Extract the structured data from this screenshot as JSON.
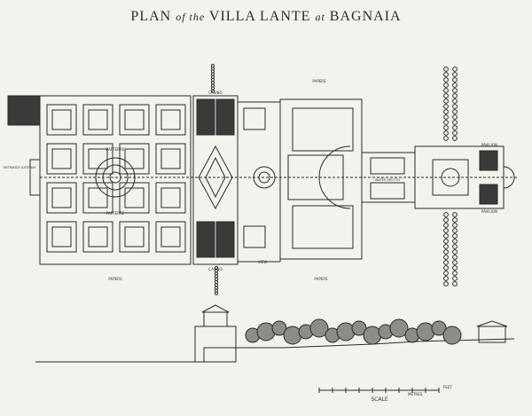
{
  "title": {
    "part1": "PLAN",
    "part2": "of the",
    "part3": "VILLA LANTE",
    "part4": "at",
    "part5": "BAGNAIA"
  },
  "labels": {
    "papers_top_mid": "PAPERS",
    "casino_top": "CASINO",
    "casino_bottom": "CASINO",
    "view": "VIEW",
    "papers_bottom_left": "PAPERS",
    "papers_bottom_mid": "PAPERS",
    "parterre_top": "PARTERRE",
    "parterre_bottom": "PARTERRE",
    "entrance_gateway": "ENTRANCE GATEWAY",
    "pavilion_top": "PAVILION",
    "pavilion_bottom": "PAVILION",
    "water_grotto": "WATER GROTTO",
    "scale_caption": "SCALE",
    "scale_feet": "FEET",
    "scale_metres": "METRES"
  },
  "colors": {
    "ink": "#2a2a2a",
    "paper": "#f4f2ec",
    "dark_fill": "#3a3a3a"
  }
}
